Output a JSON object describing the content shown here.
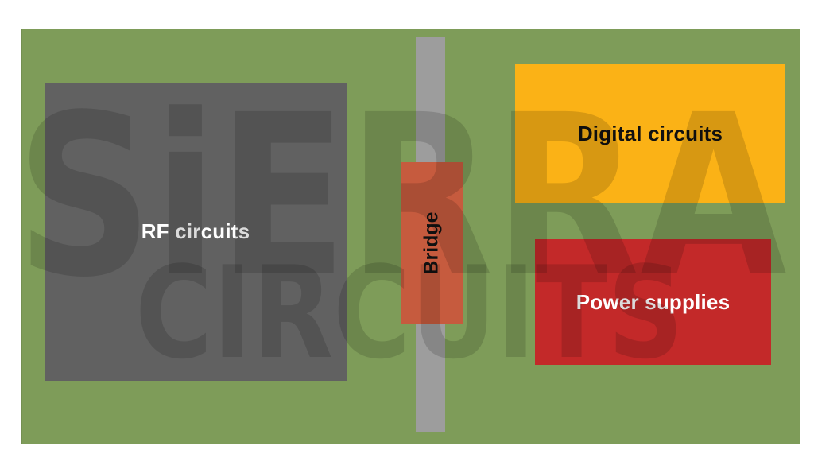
{
  "page_background": "#ffffff",
  "board": {
    "color": "#7E9C59"
  },
  "blocks": {
    "rf": {
      "label": "RF circuits",
      "color": "#616161",
      "text_color": "#ffffff"
    },
    "digital": {
      "label": "Digital circuits",
      "color": "#FBB216",
      "text_color": "#111111"
    },
    "power": {
      "label": "Power supplies",
      "color": "#C32929",
      "text_color": "#ffffff"
    },
    "bridge": {
      "label": "Bridge",
      "color": "#C65B3E",
      "text_color": "#111111"
    },
    "ground_strip": {
      "color": "#9D9D9D"
    }
  },
  "watermark": {
    "line1": "SiERRA",
    "line2": "CIRCUITS",
    "color": "#000000"
  }
}
